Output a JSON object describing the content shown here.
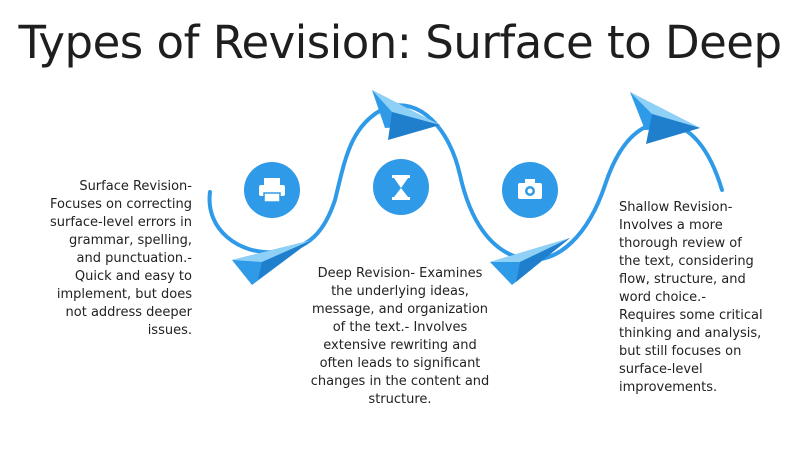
{
  "title": "Types of Revision: Surface to Deep",
  "colors": {
    "accent": "#2f9ae8",
    "accent_dark": "#1f7fcc",
    "plane_light": "#8fd0f7",
    "text": "#222222"
  },
  "icons": [
    "printer-icon",
    "hourglass-icon",
    "camera-icon"
  ],
  "blocks": [
    {
      "text": "Surface Revision-\nFocuses on correcting\nsurface-level errors in\ngrammar, spelling,\nand punctuation.-\nQuick and easy to\nimplement, but does\nnot address deeper\nissues."
    },
    {
      "text": "Deep Revision- Examines\nthe underlying ideas,\nmessage, and organization\nof the text.- Involves\nextensive rewriting and\noften leads to significant\nchanges in the content and\nstructure."
    },
    {
      "text": "Shallow Revision-\nInvolves a more\nthorough review of\nthe text, considering\nflow, structure, and\nword choice.-\nRequires some critical\nthinking and analysis,\nbut still focuses on\nsurface-level\nimprovements."
    }
  ]
}
